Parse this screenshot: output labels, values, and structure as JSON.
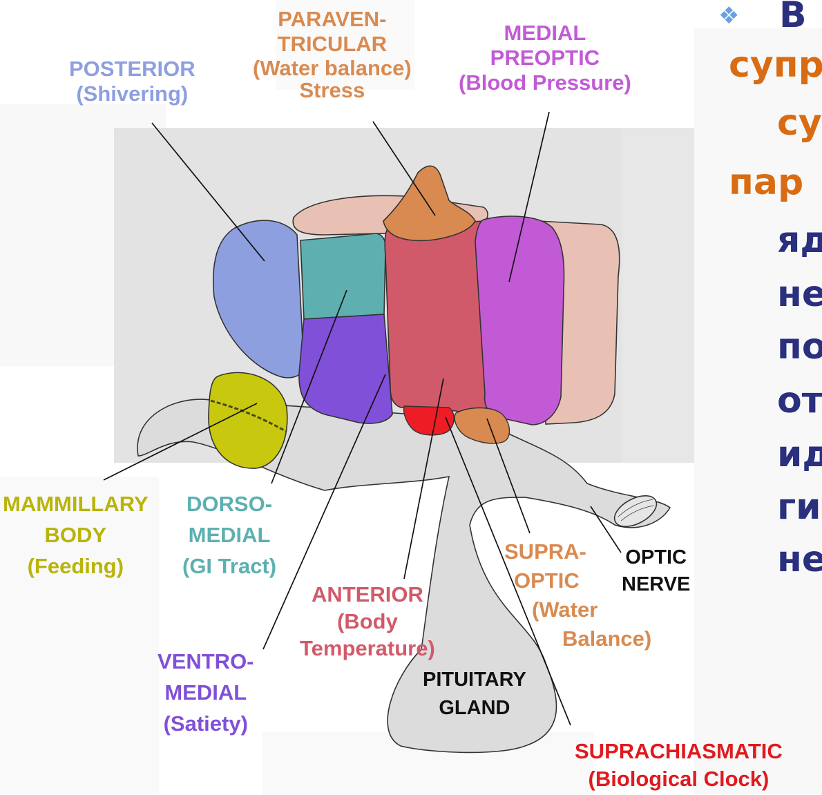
{
  "colors": {
    "posterior": "#8e9fe0",
    "paraventricular": "#d98a50",
    "medial_preoptic": "#c25ad6",
    "mammillary": "#c8c80e",
    "dorsomedial": "#5eb0b0",
    "ventromedial": "#8050d8",
    "anterior": "#d15a6a",
    "suprachiasmatic": "#ee1c24",
    "supraoptic": "#d98a50",
    "peach": "#e8c1b4",
    "russian_orange": "#d96b12",
    "russian_navy": "#2a2f7e"
  },
  "labels": {
    "posterior": {
      "name": "POSTERIOR",
      "function": "(Shivering)"
    },
    "paraventricular": {
      "line1": "PARAVEN-",
      "line2": "TRICULAR",
      "function": "(Water balance)",
      "extra": "Stress"
    },
    "medial_preoptic": {
      "line1": "MEDIAL",
      "line2": "PREOPTIC",
      "function": "(Blood Pressure)"
    },
    "mammillary": {
      "line1": "MAMMILLARY",
      "line2": "BODY",
      "function": "(Feeding)"
    },
    "dorsomedial": {
      "line1": "DORSO-",
      "line2": "MEDIAL",
      "function": "(GI Tract)"
    },
    "anterior": {
      "name": "ANTERIOR",
      "line2": "(Body",
      "line3": "Temperature)"
    },
    "ventromedial": {
      "line1": "VENTRO-",
      "line2": "MEDIAL",
      "function": "(Satiety)"
    },
    "supraoptic": {
      "line1": "SUPRA-",
      "line2": "OPTIC",
      "line3": "(Water",
      "line4": "Balance)"
    },
    "optic_nerve": {
      "line1": "OPTIC",
      "line2": "NERVE"
    },
    "pituitary": {
      "line1": "PITUITARY",
      "line2": "GLAND"
    },
    "suprachiasmatic": {
      "name": "SUPRACHIASMATIC",
      "function": "(Biological Clock)"
    }
  },
  "russian_text": {
    "bullet": "❖",
    "lines": [
      {
        "text": "В",
        "color": "navy"
      },
      {
        "text": "супр",
        "color": "orange"
      },
      {
        "text": "су",
        "color": "orange"
      },
      {
        "text": "пар",
        "color": "orange"
      },
      {
        "text": "яд",
        "color": "navy"
      },
      {
        "text": "не",
        "color": "navy"
      },
      {
        "text": "по",
        "color": "navy"
      },
      {
        "text": "от",
        "color": "navy"
      },
      {
        "text": "ид",
        "color": "navy"
      },
      {
        "text": "ги",
        "color": "navy"
      },
      {
        "text": "не",
        "color": "navy"
      }
    ]
  }
}
